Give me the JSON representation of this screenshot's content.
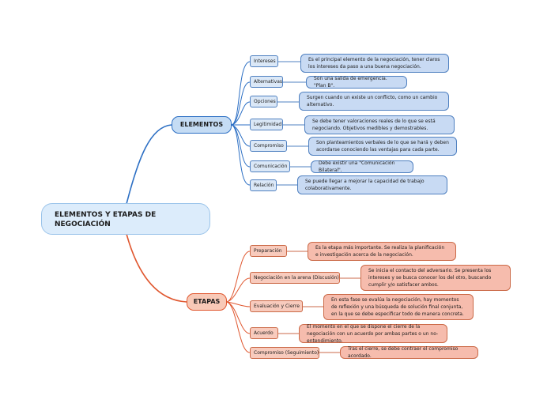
{
  "root": {
    "title": "ELEMENTOS Y ETAPAS DE NEGOCIACIÓN"
  },
  "branches": [
    {
      "label": "ELEMENTOS",
      "color": "#2c6fc4",
      "items": [
        {
          "label": "Intereses",
          "desc": "Es el principal elemento de la negociación, tener claros los intereses da paso a una buena negociación."
        },
        {
          "label": "Alternativas",
          "desc": "Son una salida de emergencia. \"Plan B\"."
        },
        {
          "label": "Opciones",
          "desc": "Surgen cuando un existe un conflicto, como un cambio alternativo."
        },
        {
          "label": "Legitimidad",
          "desc": "Se debe tener valoraciones reales de lo que se está negociando. Objetivos medibles y demostrables."
        },
        {
          "label": "Compromiso",
          "desc": "Son planteamientos verbales de lo que se hará y deben acordarse conociendo las ventajas para cada parte."
        },
        {
          "label": "Comunicación",
          "desc": "Debe existir una \"Comunicación Bilateral\"."
        },
        {
          "label": "Relación",
          "desc": "Se puede llegar a mejorar la capacidad de trabajo colaborativamente."
        }
      ]
    },
    {
      "label": "ETAPAS",
      "color": "#e0572f",
      "items": [
        {
          "label": "Preparación",
          "desc": "Es la etapa más importante. Se realiza la planificación e investigación acerca de la negociación."
        },
        {
          "label": "Negociación en la arena (Discusión)",
          "desc": "Se inicia el contacto del adversario. Se presenta los intereses y se busca conocer los del otro, buscando cumplir y/o satisfacer ambos."
        },
        {
          "label": "Evaluación y Cierre",
          "desc": "En esta fase se evalúa la negociación, hay momentos de reflexión y una búsqueda de solución final conjunta, en la que se debe especificar todo de manera concreta."
        },
        {
          "label": "Acuerdo",
          "desc": "El momento en el que se dispone el cierre de la negociación con un acuerdo por ambas partes o un no-entendimiento."
        },
        {
          "label": "Compromiso (Seguimiento)",
          "desc": "Tras el cierre, se debe contraer el compromiso acordado."
        }
      ]
    }
  ]
}
